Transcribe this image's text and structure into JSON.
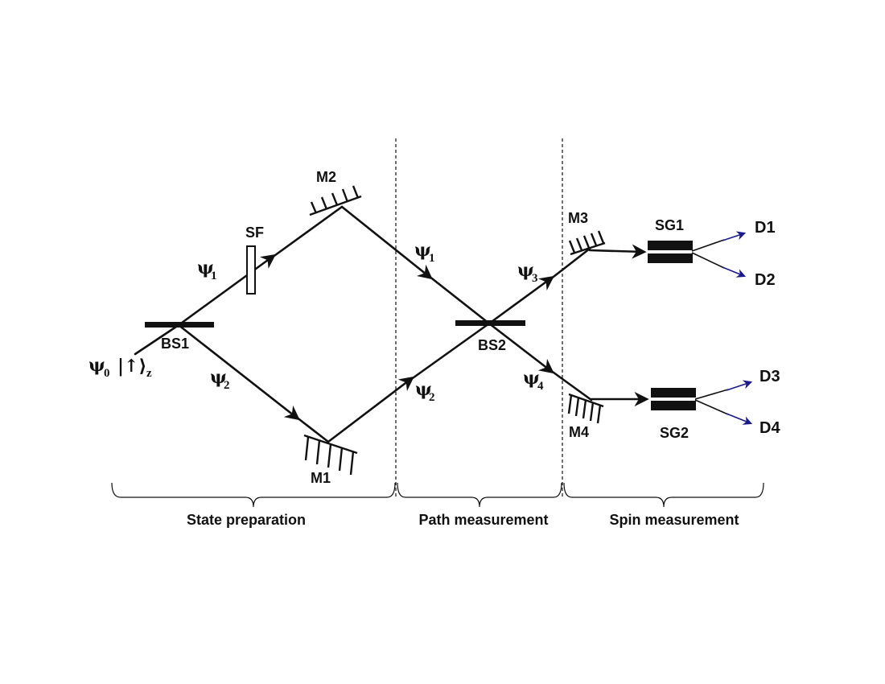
{
  "components": {
    "bs1": "BS1",
    "bs2": "BS2",
    "sf": "SF",
    "m1": "M1",
    "m2": "M2",
    "m3": "M3",
    "m4": "M4",
    "sg1": "SG1",
    "sg2": "SG2"
  },
  "detectors": {
    "d1": "D1",
    "d2": "D2",
    "d3": "D3",
    "d4": "D4"
  },
  "states": {
    "psi_symbol": "ψ",
    "psi0_sub": "0",
    "psi1_sub": "1",
    "psi2_sub": "2",
    "psi3_sub": "3",
    "psi4_sub": "4",
    "spin_ket": "|↑⟩",
    "spin_sub": "z"
  },
  "sections": {
    "state_preparation": "State preparation",
    "path_measurement": "Path measurement",
    "spin_measurement": "Spin measurement"
  }
}
